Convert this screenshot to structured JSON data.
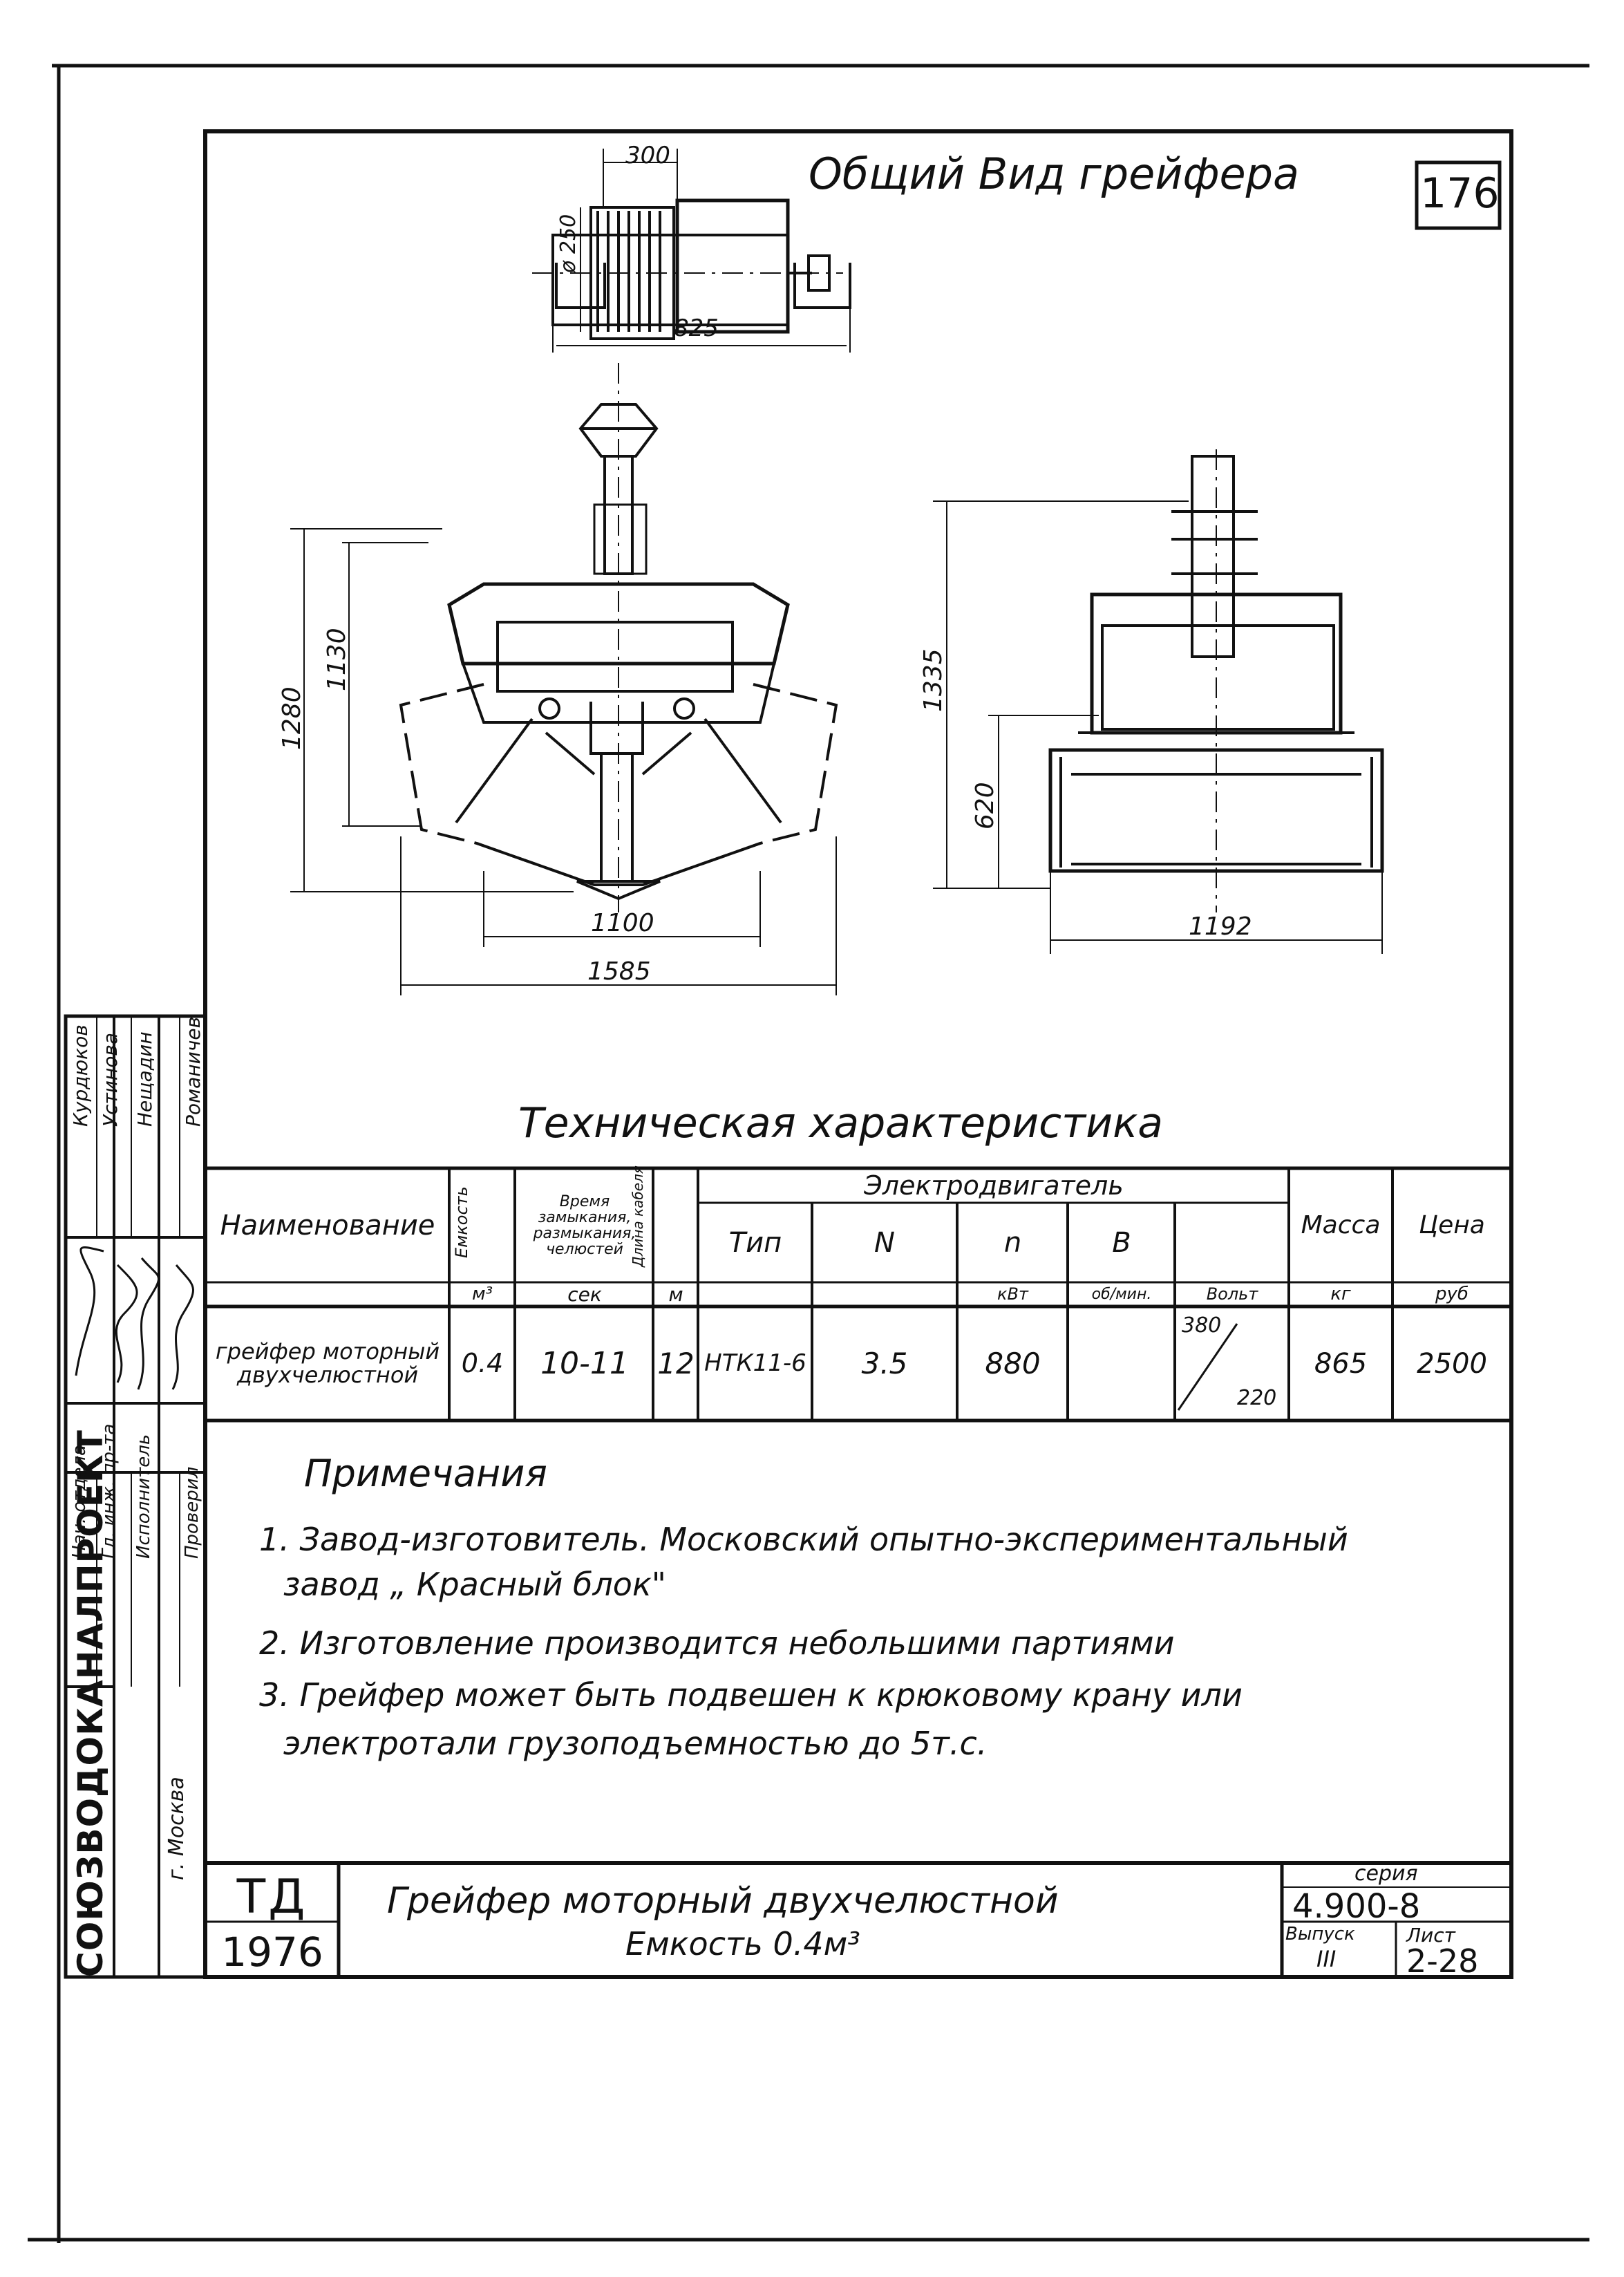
{
  "sheet": {
    "title": "Общий Вид грейфера",
    "page_number": "176",
    "ink_color": "#111111"
  },
  "dimensions": {
    "winch_width": "300",
    "drum_diameter": "ø 250",
    "winch_length": "825",
    "height_total": "1280",
    "height_open": "1130",
    "jaw_span": "1100",
    "open_span": "1585",
    "side_height": "1335",
    "side_lower": "620",
    "side_width": "1192"
  },
  "tech": {
    "heading": "Техническая характеристика",
    "col_name": "Наименование",
    "col_capacity": "Емкость",
    "col_time": "Время замыкания, размыкания, челюстей",
    "col_cable": "Длина кабеля",
    "col_motor": "Электродвигатель",
    "col_type": "Тип",
    "col_n": "N",
    "col_speed": "n",
    "col_voltage": "В",
    "col_mass": "Масса",
    "col_price": "Цена",
    "unit_capacity": "м³",
    "unit_time": "сек",
    "unit_cable": "м",
    "unit_n": "кВт",
    "unit_speed": "об/мин.",
    "unit_voltage": "Вольт",
    "unit_mass": "кг",
    "unit_price": "руб",
    "row": {
      "name": "грейфер моторный двухчелюстной",
      "capacity": "0.4",
      "time": "10-11",
      "cable": "12",
      "type": "НТК11-6",
      "n": "3.5",
      "speed": "880",
      "voltage_high": "380",
      "voltage_low": "220",
      "mass": "865",
      "price": "2500"
    }
  },
  "notes": {
    "heading": "Примечания",
    "line1": "1. Завод-изготовитель. Московский опытно-экспериментальный",
    "line1b": "завод „ Красный блок\"",
    "line2": "2. Изготовление производится небольшими партиями",
    "line3": "3. Грейфер может быть подвешен к крюковому крану или",
    "line3b": "электротали грузоподъемностью до 5т.с."
  },
  "titleblock": {
    "org_logo": "ТД",
    "year": "1976",
    "name_line1": "Грейфер моторный двухчелюстной",
    "name_line2": "Емкость 0.4м³",
    "series_label": "серия",
    "series": "4.900-8",
    "issue_label": "Выпуск",
    "issue": "III",
    "sheet_label": "Лист",
    "sheet": "2-28"
  },
  "sidebar": {
    "org": "СОЮЗВОДОКАНАЛПРОЕКТ",
    "city": "г. Москва",
    "roles": [
      "Нач. отдела",
      "Гл. инж. пр-та",
      "Исполнитель",
      "Проверил"
    ],
    "names": [
      "Курдюков",
      "Устинова",
      "Нещадин",
      "Романичев"
    ]
  }
}
